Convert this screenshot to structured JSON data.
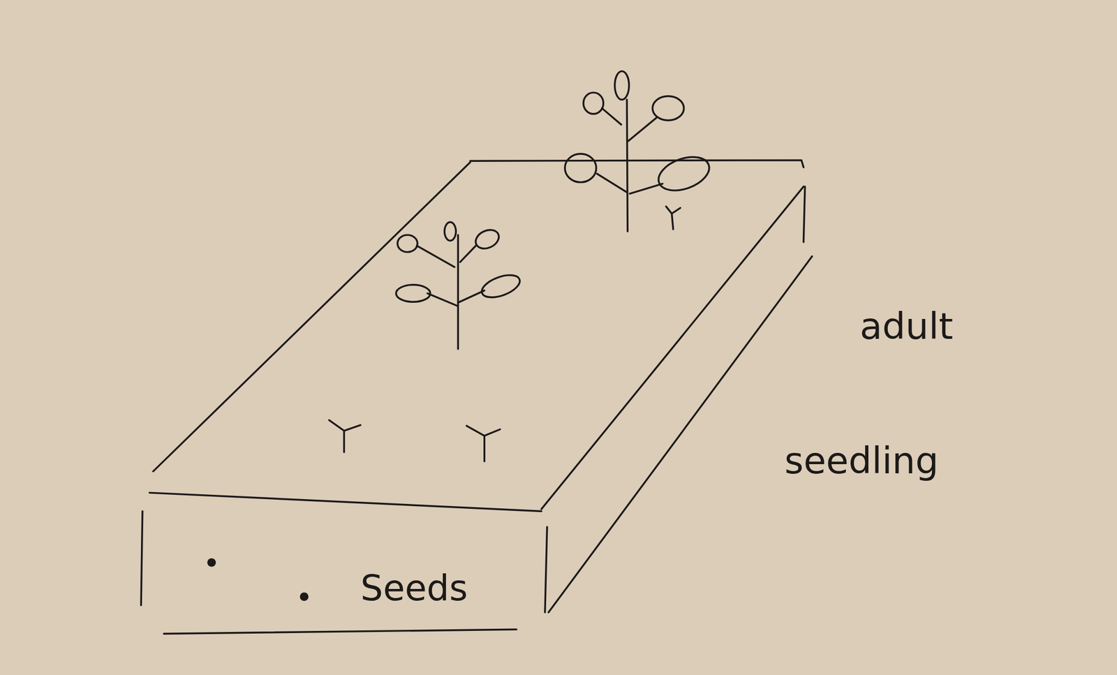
{
  "diagram": {
    "labels": [
      "adult",
      "seedling",
      "Seeds"
    ]
  }
}
